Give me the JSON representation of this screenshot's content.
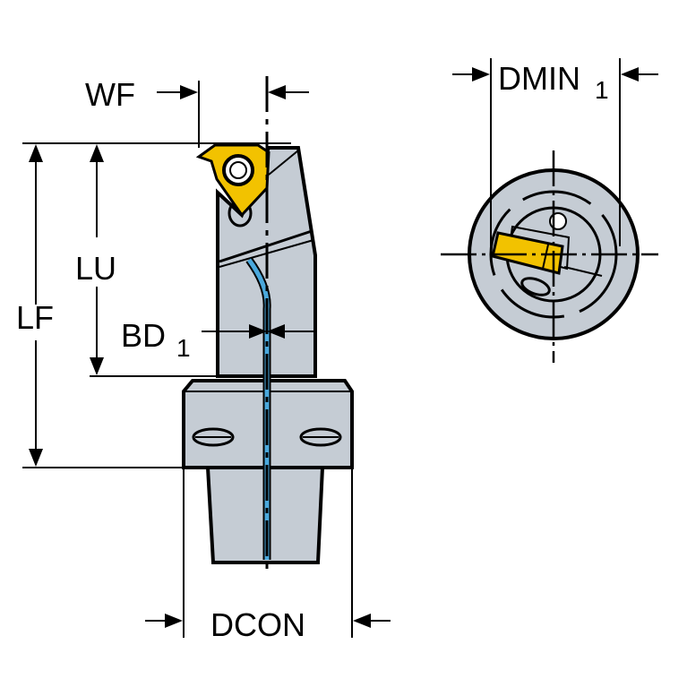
{
  "labels": {
    "wf": "WF",
    "lu": "LU",
    "lf": "LF",
    "bd": "BD",
    "bd_sub": "1",
    "dcon": "DCON",
    "dmin": "DMIN",
    "dmin_sub": "1"
  },
  "colors": {
    "body": "#c5ccd4",
    "insert": "#f2c200",
    "coolant": "#4aa8dc",
    "line": "#000000"
  }
}
